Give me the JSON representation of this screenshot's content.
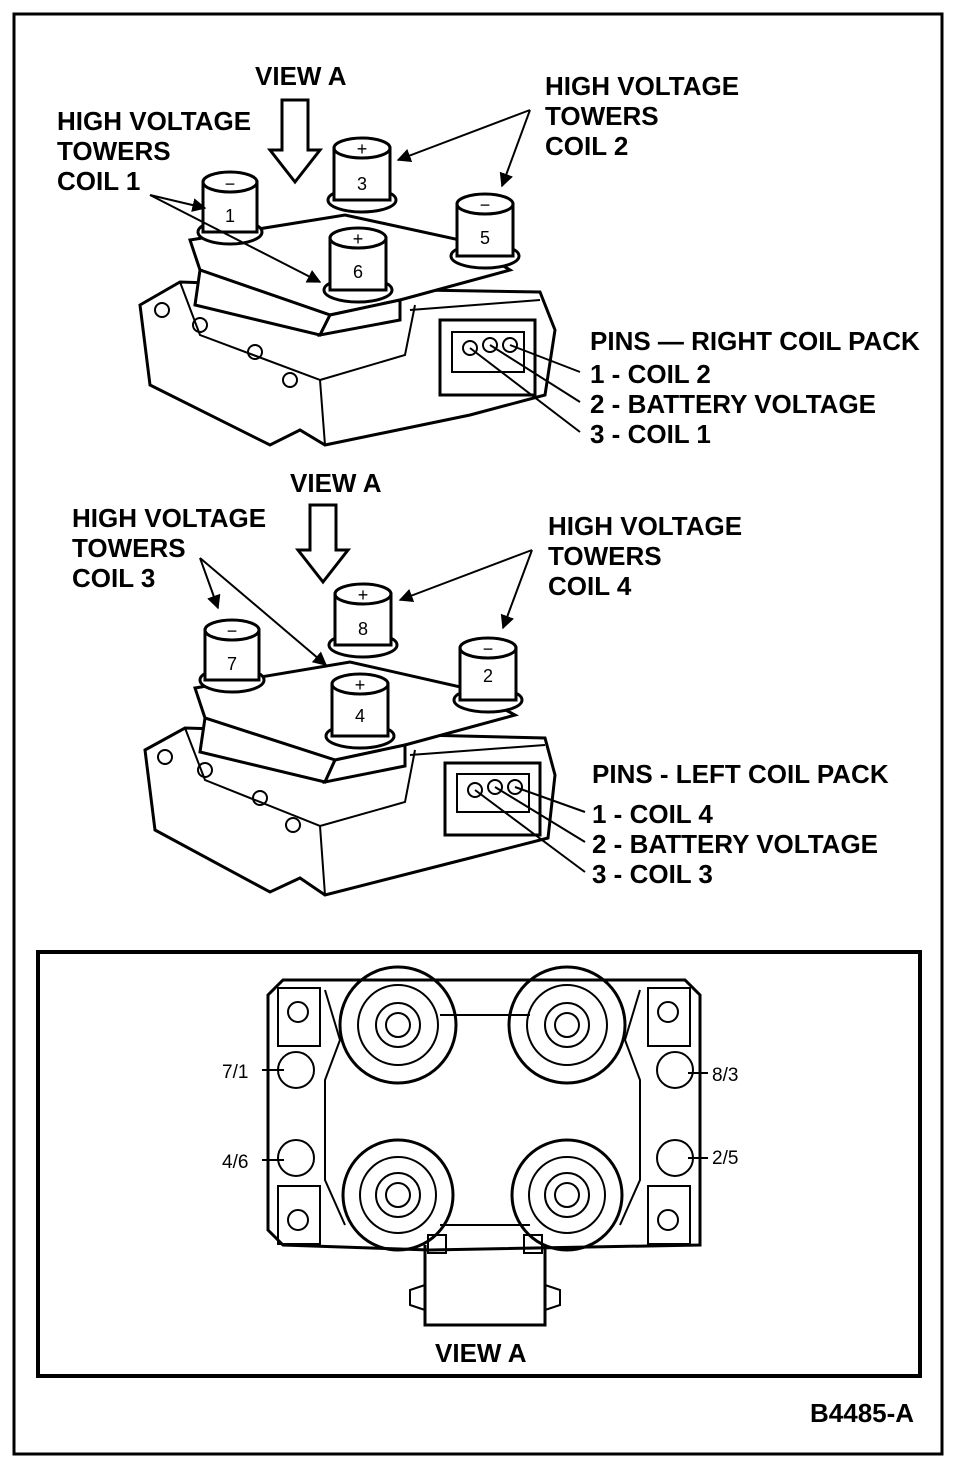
{
  "figure_id": "B4485-A",
  "top_pack": {
    "view_label": "VIEW A",
    "coil1_label": [
      "HIGH VOLTAGE",
      "TOWERS",
      "COIL 1"
    ],
    "coil2_label": [
      "HIGH VOLTAGE",
      "TOWERS",
      "COIL 2"
    ],
    "tower_numbers": [
      "1",
      "3",
      "6",
      "5"
    ],
    "pins_title": "PINS — RIGHT COIL PACK",
    "pins": [
      "1 - COIL 2",
      "2 - BATTERY VOLTAGE",
      "3 - COIL 1"
    ]
  },
  "bottom_pack": {
    "view_label": "VIEW A",
    "coil3_label": [
      "HIGH VOLTAGE",
      "TOWERS",
      "COIL 3"
    ],
    "coil4_label": [
      "HIGH VOLTAGE",
      "TOWERS",
      "COIL 4"
    ],
    "tower_numbers": [
      "7",
      "8",
      "4",
      "2"
    ],
    "pins_title": "PINS - LEFT COIL PACK",
    "pins": [
      "1 - COIL 4",
      "2 - BATTERY VOLTAGE",
      "3 - COIL 3"
    ]
  },
  "top_view": {
    "view_label": "VIEW A",
    "hole_labels": [
      "7/1",
      "4/6",
      "8/3",
      "2/5"
    ]
  }
}
